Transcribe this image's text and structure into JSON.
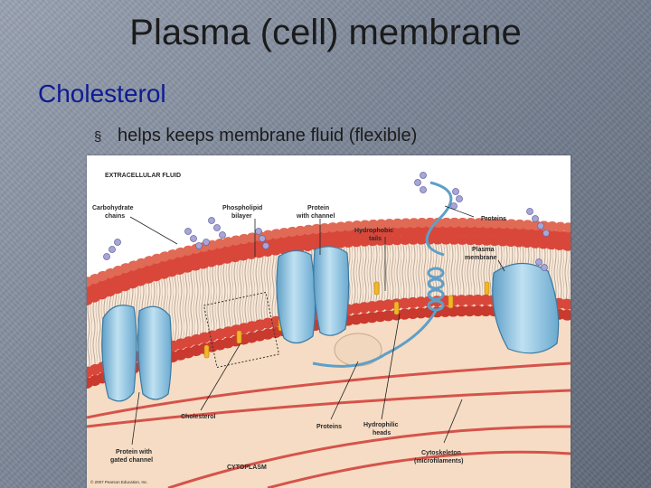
{
  "slide": {
    "title": "Plasma (cell) membrane",
    "heading": "Cholesterol",
    "bullet": "helps keeps membrane fluid (flexible)",
    "bullet_marker": "§"
  },
  "figure": {
    "region_top": "EXTRACELLULAR FLUID",
    "region_bottom": "CYTOPLASM",
    "labels": {
      "carbohydrate": [
        "Carbohydrate",
        "chains"
      ],
      "phospholipid": [
        "Phospholipid",
        "bilayer"
      ],
      "protein_channel": [
        "Protein",
        "with channel"
      ],
      "hydrophobic": [
        "Hydrophobic",
        "tails"
      ],
      "proteins_top": "Proteins",
      "plasma": [
        "Plasma",
        "membrane"
      ],
      "cholesterol": "Cholesterol",
      "proteins_bottom": "Proteins",
      "hydrophilic": [
        "Hydrophilic",
        "heads"
      ],
      "gated": [
        "Protein with",
        "gated channel"
      ],
      "cytoskeleton": [
        "Cytoskeleton",
        "(microfilaments)"
      ]
    },
    "copyright": "© 2007 Pearson Education, Inc.",
    "colors": {
      "head": "#d9473a",
      "protein": "#8ec3e0",
      "cytoplasm": "#f6dcc4",
      "fluid": "#ffffff",
      "carbohydrate": "#a7a6d6",
      "cholesterol": "#f1b629",
      "filament": "#d5534a"
    }
  }
}
